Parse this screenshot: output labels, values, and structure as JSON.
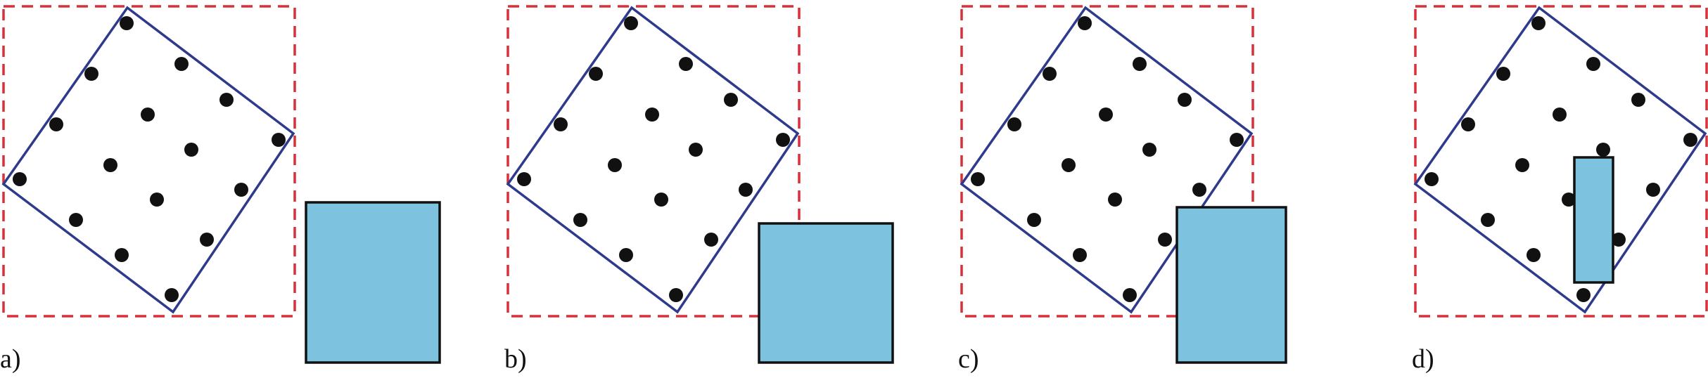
{
  "panels": [
    {
      "id": "a",
      "label": "a)"
    },
    {
      "id": "b",
      "label": "b)"
    },
    {
      "id": "c",
      "label": "c)"
    },
    {
      "id": "d",
      "label": "d)"
    }
  ],
  "colors": {
    "bounding_box": "#d9303a",
    "rotated_square": "#2e3a8c",
    "points": "#111111",
    "query_box_fill": "#7dc3df",
    "query_box_stroke": "#111111"
  }
}
